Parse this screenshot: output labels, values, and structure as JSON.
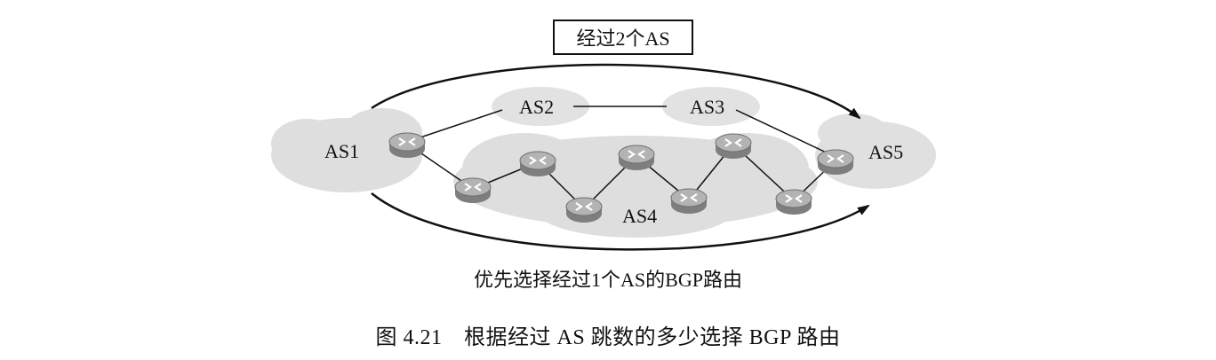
{
  "labels": {
    "top_box": "经过2个AS",
    "bottom_label": "优先选择经过1个AS的BGP路由",
    "caption": "图 4.21　根据经过 AS 跳数的多少选择 BGP 路由"
  },
  "nodes": {
    "as1": "AS1",
    "as2": "AS2",
    "as3": "AS3",
    "as4": "AS4",
    "as5": "AS5"
  },
  "colors": {
    "cloud": "#d9d9d9",
    "router_body": "#8a8a8a",
    "router_top": "#b8b8b8",
    "line": "#111111"
  }
}
